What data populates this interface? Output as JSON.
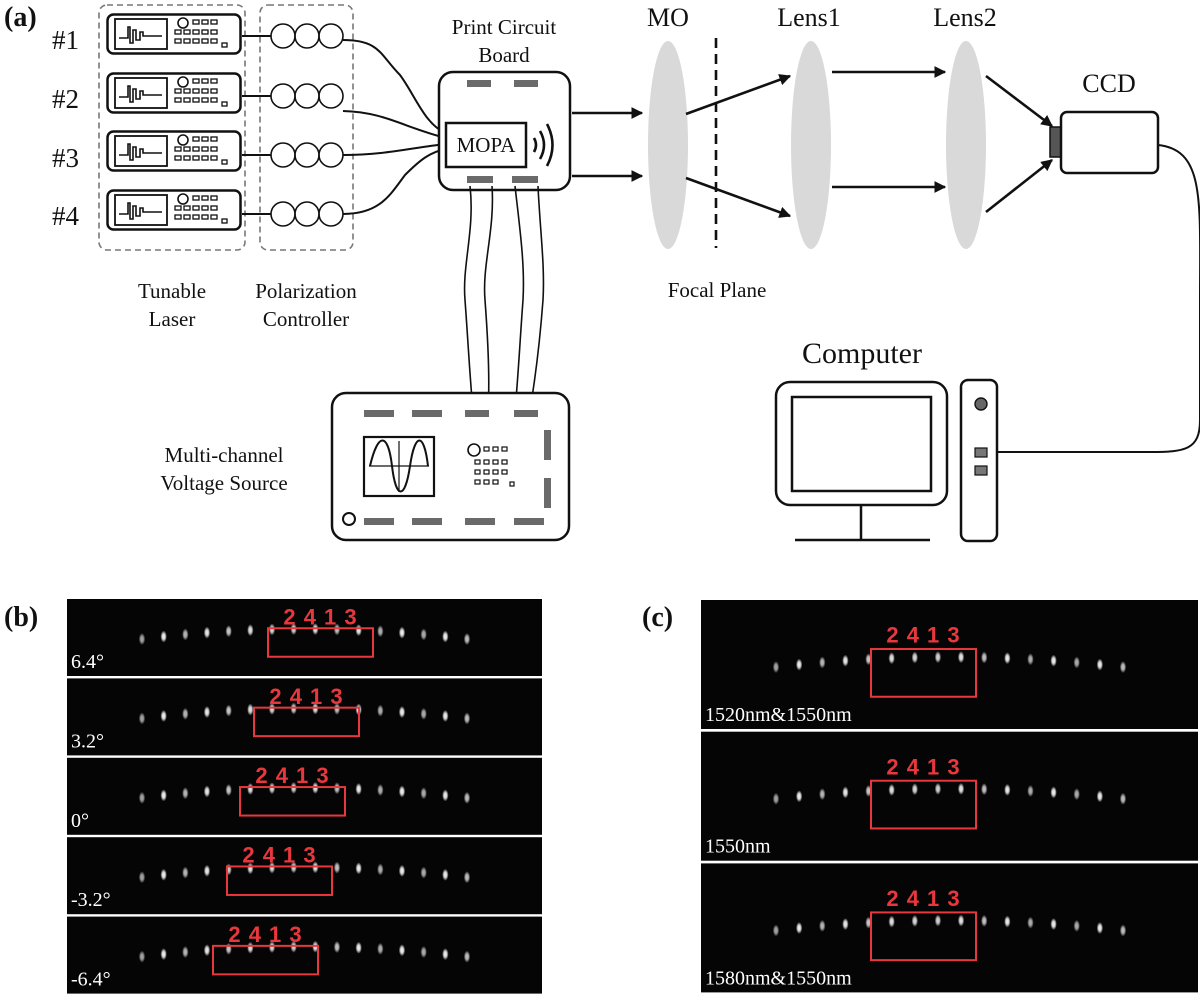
{
  "panel_a": {
    "tag": "(a)",
    "channel_labels": [
      "#1",
      "#2",
      "#3",
      "#4"
    ],
    "tunable_laser_label": [
      "Tunable",
      "Laser"
    ],
    "polarization_label": [
      "Polarization",
      "Controller"
    ],
    "pcb_label": [
      "Print Circuit",
      "Board"
    ],
    "mopa_label": "MOPA",
    "mo_label": "MO",
    "lens1_label": "Lens1",
    "lens2_label": "Lens2",
    "ccd_label": "CCD",
    "focal_plane_label": "Focal Plane",
    "computer_label": "Computer",
    "voltage_source_label": [
      "Multi-channel",
      "Voltage Source"
    ]
  },
  "panel_b": {
    "tag": "(b)",
    "strips": [
      {
        "angle": "6.4°",
        "sequence": "2 4 1 3"
      },
      {
        "angle": "3.2°",
        "sequence": "2 4 1 3"
      },
      {
        "angle": "0°",
        "sequence": "2 4 1 3"
      },
      {
        "angle": "-3.2°",
        "sequence": "2 4 1 3"
      },
      {
        "angle": "-6.4°",
        "sequence": "2 4 1 3"
      }
    ]
  },
  "panel_c": {
    "tag": "(c)",
    "strips": [
      {
        "wavelength": "1520nm&1550nm",
        "sequence": "2 4 1 3"
      },
      {
        "wavelength": "1550nm",
        "sequence": "2 4 1 3"
      },
      {
        "wavelength": "1580nm&1550nm",
        "sequence": "2 4 1 3"
      }
    ]
  },
  "colors": {
    "annotation_red": "#e8383d",
    "lens_gray": "#d9d9d9",
    "pad_gray": "#6a6a6a",
    "strip_background": "#050505"
  }
}
